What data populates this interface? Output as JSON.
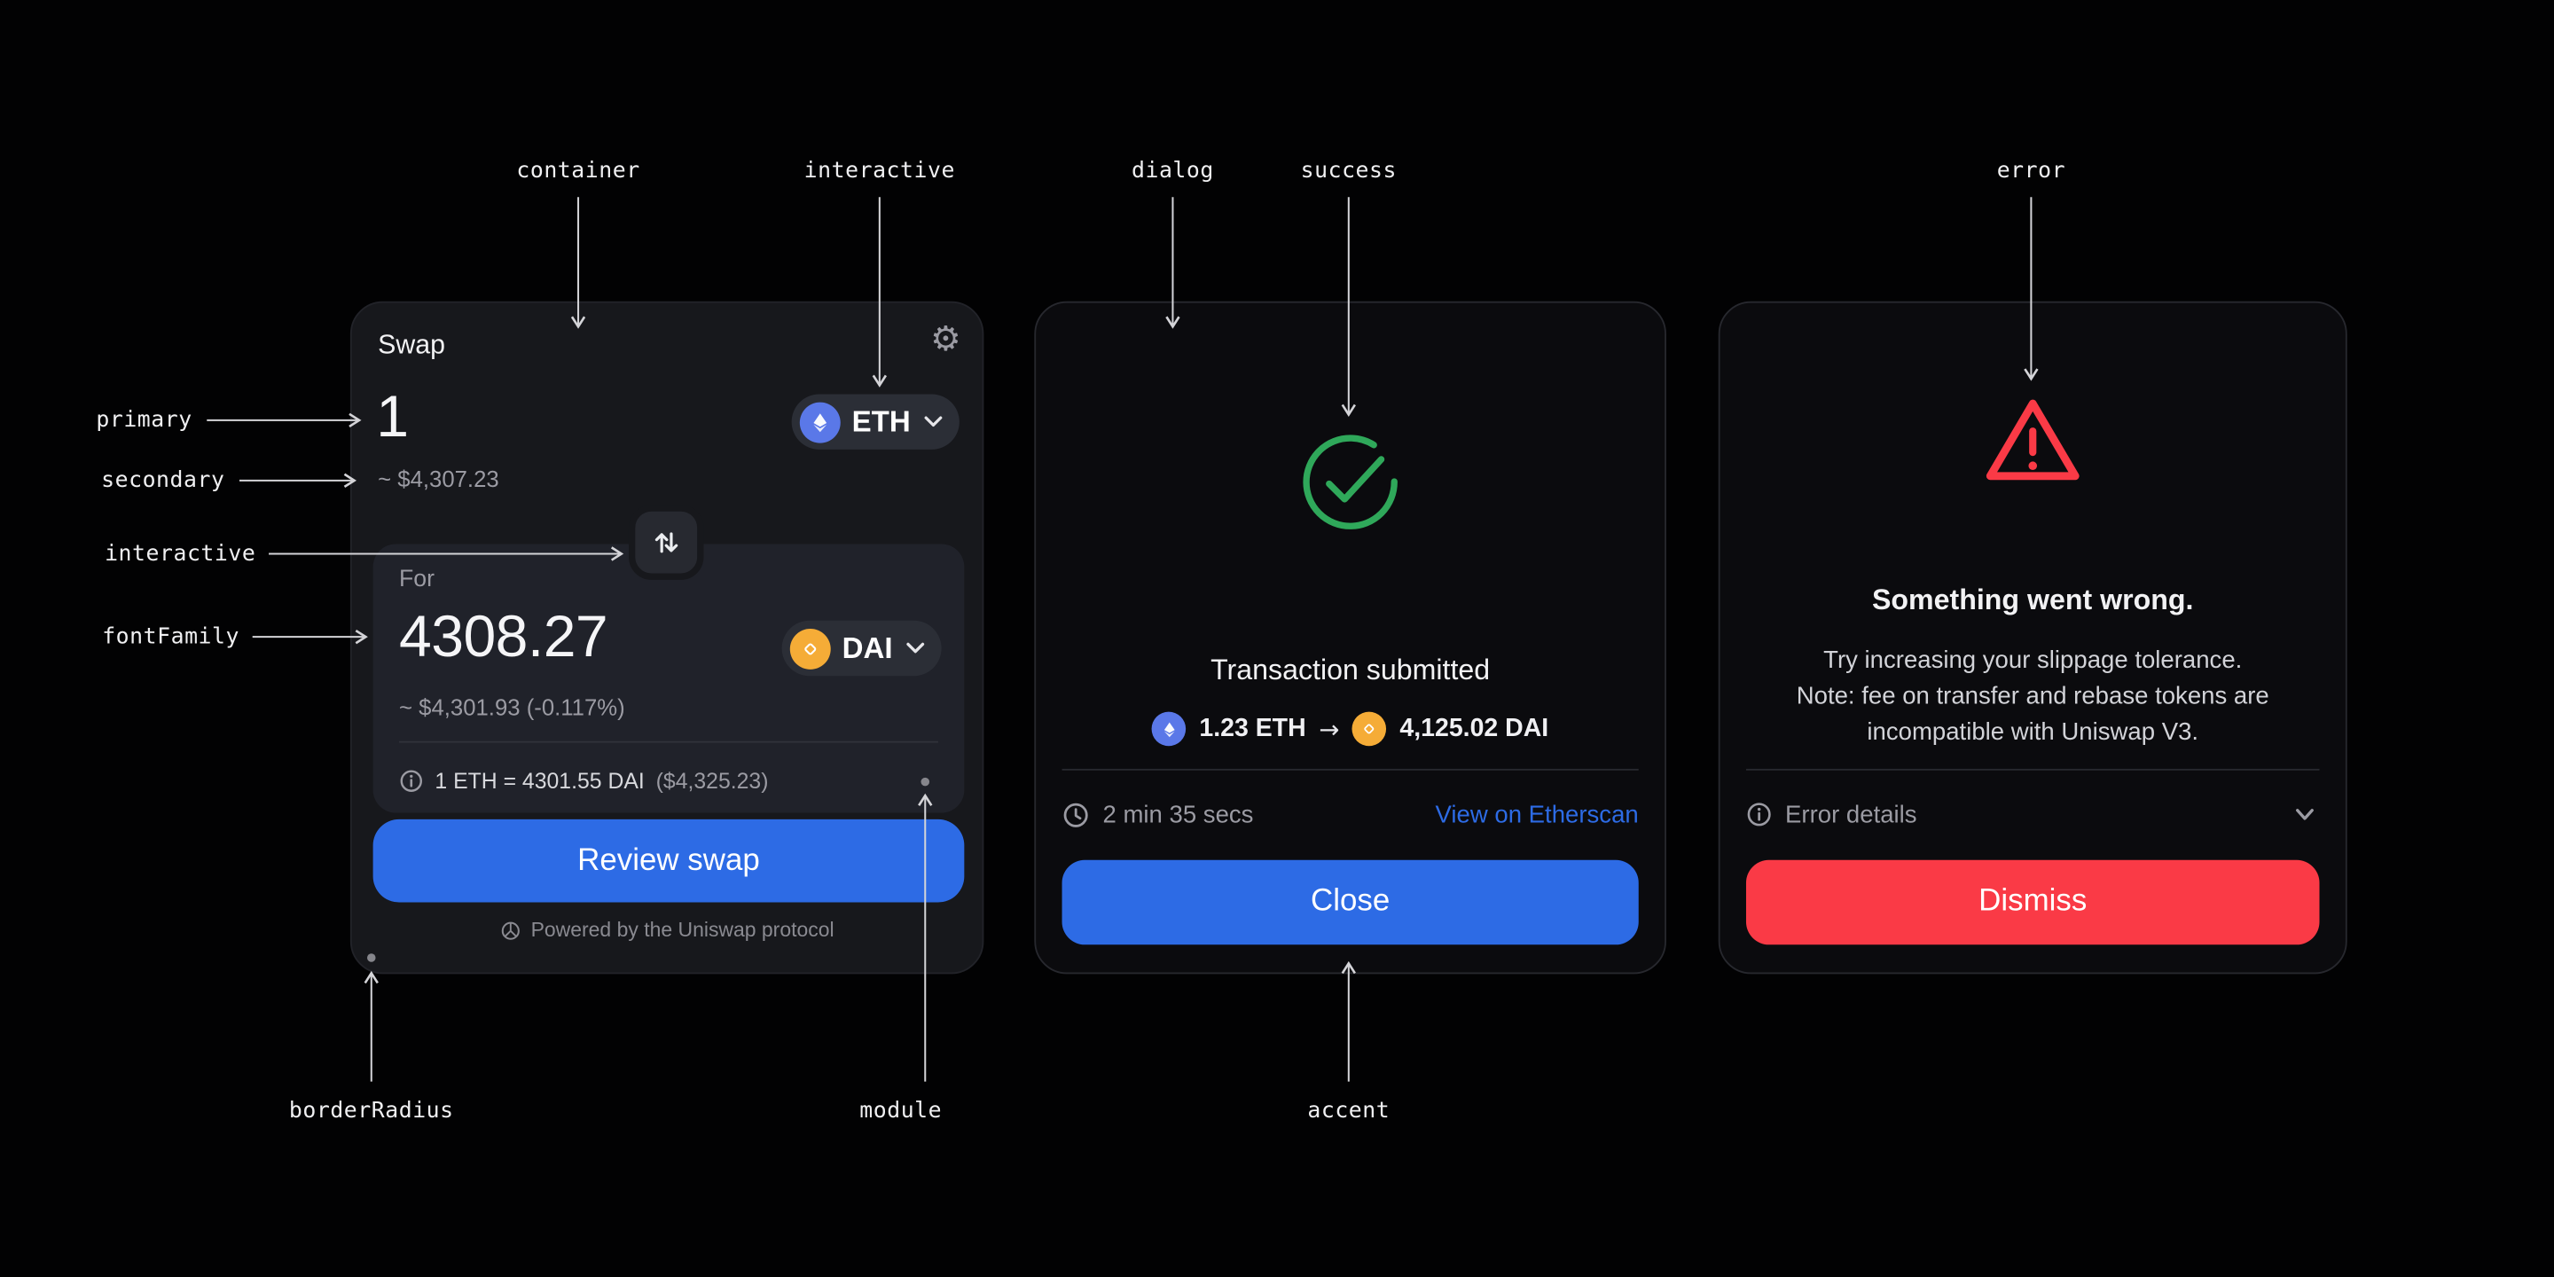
{
  "annotations": {
    "top": [
      {
        "label": "container"
      },
      {
        "label": "interactive"
      },
      {
        "label": "dialog"
      },
      {
        "label": "success"
      },
      {
        "label": "error"
      }
    ],
    "left": [
      {
        "label": "primary"
      },
      {
        "label": "secondary"
      },
      {
        "label": "interactive"
      },
      {
        "label": "fontFamily"
      }
    ],
    "bottom": [
      {
        "label": "borderRadius"
      },
      {
        "label": "module"
      },
      {
        "label": "accent"
      }
    ]
  },
  "icons": {
    "settings": "⚙"
  },
  "swap": {
    "title": "Swap",
    "input_amount": "1",
    "input_token": "ETH",
    "input_fiat": "~ $4,307.23",
    "output_label": "For",
    "output_amount": "4308.27",
    "output_token": "DAI",
    "output_fiat": "~ $4,301.93 (-0.117%)",
    "rate": "1 ETH = 4301.55 DAI",
    "rate_fiat": "($4,325.23)",
    "review_button": "Review swap",
    "footer": "Powered by the Uniswap protocol"
  },
  "success_dialog": {
    "title": "Transaction submitted",
    "from_amount": "1.23 ETH",
    "arrow": "→",
    "to_amount": "4,125.02 DAI",
    "duration": "2 min 35 secs",
    "link": "View on Etherscan",
    "close_button": "Close"
  },
  "error_dialog": {
    "title": "Something went wrong.",
    "body_lines": [
      "Try increasing your slippage tolerance.",
      "Note: fee on transfer and rebase tokens are",
      "incompatible with Uniswap V3."
    ],
    "details_label": "Error details",
    "dismiss_button": "Dismiss"
  },
  "colors": {
    "accent": "#2d6be5",
    "success": "#2fa85a",
    "error": "#fa3a46",
    "container": "#17181c",
    "module": "#20222a",
    "interactive": "#2b2e36",
    "primary": "#f5f5f7",
    "secondary": "#9b9ba3",
    "dialog": "#0b0b0e"
  }
}
